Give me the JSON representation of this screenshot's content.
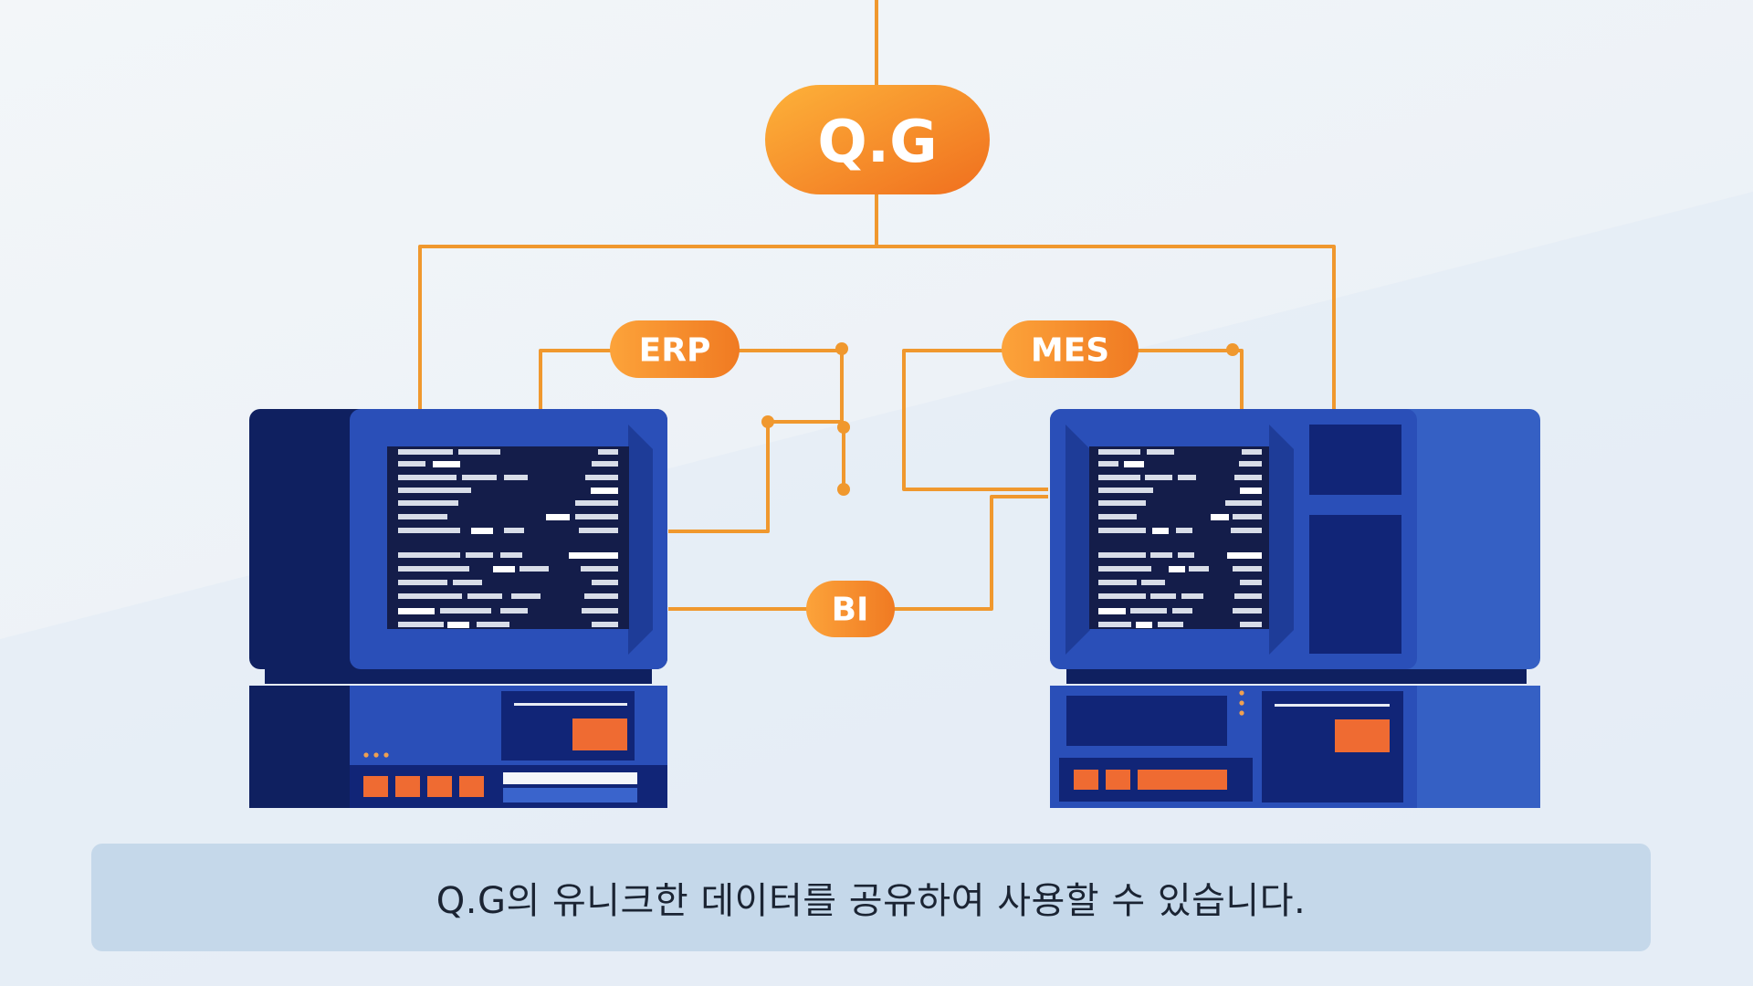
{
  "nodes": {
    "hub": "Q.G",
    "erp": "ERP",
    "mes": "MES",
    "bi": "BI"
  },
  "caption": "Q.G의 유니크한 데이터를 공유하여 사용할 수 있습니다.",
  "colors": {
    "accent_orange": "#f5922a",
    "line_orange": "#f0982e",
    "computer_blue": "#2a4fb8",
    "computer_dark": "#0f2060",
    "screen": "#141d4a",
    "caption_bg": "#c5d8ea"
  }
}
